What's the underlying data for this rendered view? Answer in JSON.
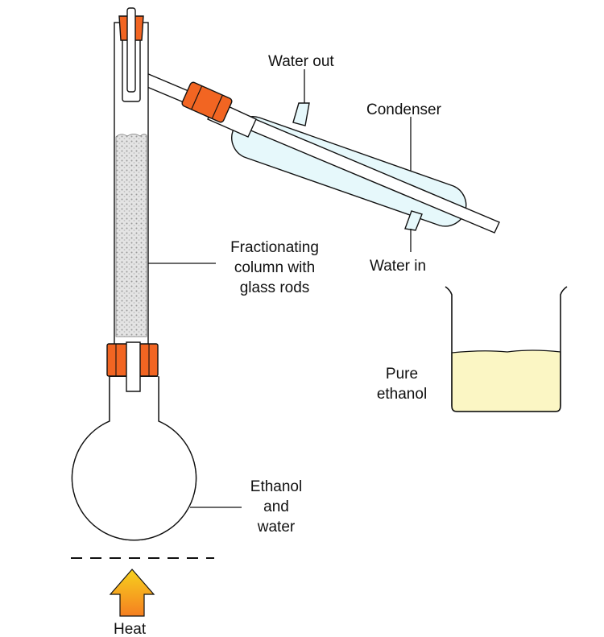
{
  "labels": {
    "water_out": "Water out",
    "condenser": "Condenser",
    "water_in": "Water in",
    "column": [
      "Fractionating",
      "column with",
      "glass rods"
    ],
    "product": [
      "Pure",
      "ethanol"
    ],
    "mixture": [
      "Ethanol",
      "and",
      "water"
    ],
    "heat": "Heat"
  },
  "colors": {
    "bung": "#f26522",
    "glass": "#e6f8fb",
    "condenser_water": "#c9f1f4",
    "distillate": "#fbf6c4",
    "mixture_center": "#36b6ee",
    "mixture_edge": "#e8f7ef",
    "heat_arrow_top": "#f7d21e",
    "heat_arrow_bottom": "#f57f20"
  }
}
